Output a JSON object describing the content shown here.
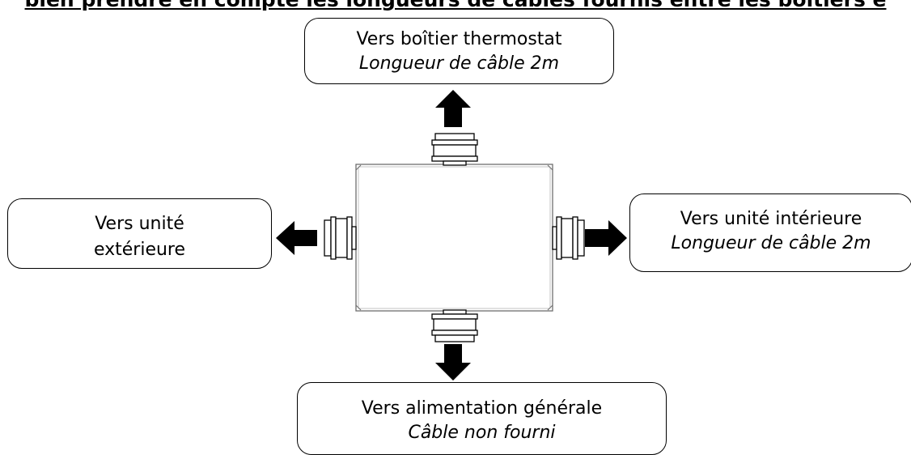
{
  "header": {
    "text": "bien prendre en compte les longueurs de câbles fournis entre les boîtiers e"
  },
  "labels": {
    "top": {
      "main": "Vers boîtier thermostat",
      "sub": "Longueur de câble 2m"
    },
    "left": {
      "line1": "Vers unité",
      "line2": "extérieure"
    },
    "right": {
      "main": "Vers unité intérieure",
      "sub": "Longueur de câble 2m"
    },
    "bottom": {
      "main": "Vers alimentation générale",
      "sub": "Câble non fourni"
    }
  },
  "colors": {
    "stroke": "#000000",
    "background": "#ffffff",
    "device_line": "#6e6e6e"
  }
}
